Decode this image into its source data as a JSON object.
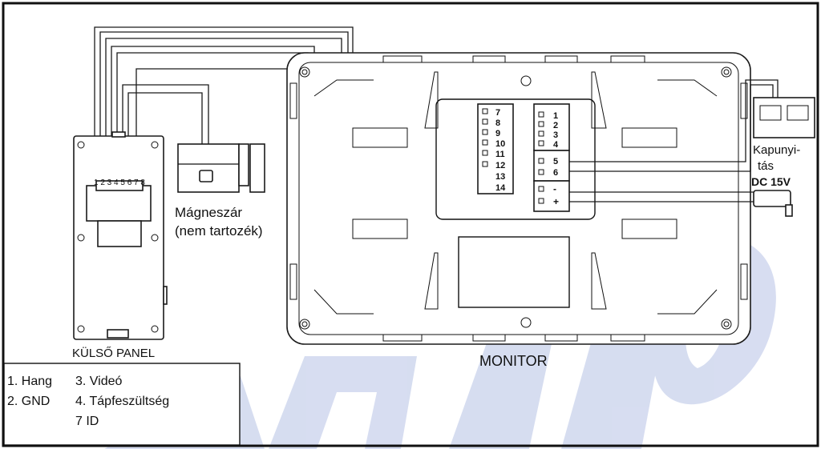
{
  "labels": {
    "external_panel": "KÜLSŐ PANEL",
    "monitor": "MONITOR",
    "lock_line1": "Mágneszár",
    "lock_line2": "(nem tartozék)",
    "opener_line1": "Kapunyi-",
    "opener_line2": "tás",
    "power": "DC 15V"
  },
  "panel_pins": "1 2 3 4 5 6 7 8",
  "terminals_left": [
    "7",
    "8",
    "9",
    "10",
    "11",
    "12",
    "13",
    "14"
  ],
  "terminals_right_top": [
    "1",
    "2",
    "3",
    "4"
  ],
  "terminals_right_mid": [
    "5",
    "6"
  ],
  "terminals_power": [
    "-",
    "+"
  ],
  "legend": {
    "col1": [
      "1. Hang",
      "2. GND"
    ],
    "col2": [
      "3. Videó",
      "4. Tápfeszültség",
      "7 ID"
    ]
  },
  "colors": {
    "line": "#1a1a1a",
    "watermark": "#c9d2ec"
  }
}
